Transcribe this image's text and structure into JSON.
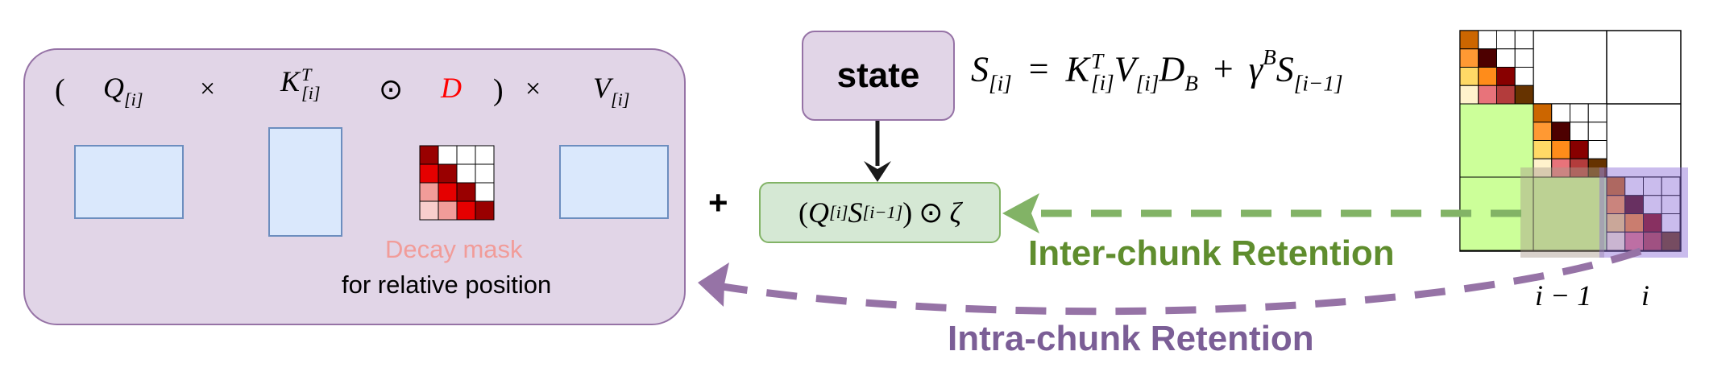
{
  "intra_box": {
    "open_paren": "(",
    "q_base": "Q",
    "q_sub": "[i]",
    "times1": "×",
    "k_base": "K",
    "k_sup": "T",
    "k_sub": "[i]",
    "odot": "⊙",
    "d_label": "D",
    "close_paren": ")",
    "times2": "×",
    "v_base": "V",
    "v_sub": "[i]",
    "decay_mask_label": "Decay mask",
    "relative_position_label": "for relative position"
  },
  "plus": "+",
  "state": {
    "label": "state",
    "eq_lhs_base": "S",
    "eq_lhs_sub": "[i]",
    "eq_equals": "=",
    "eq_k": "K",
    "eq_k_sup": "T",
    "eq_k_sub": "[i]",
    "eq_v": "V",
    "eq_v_sub": "[i]",
    "eq_d": "D",
    "eq_d_sub": "B",
    "eq_plus": "+",
    "eq_gamma": "γ",
    "eq_gamma_sup": "B",
    "eq_s": "S",
    "eq_s_sub": "[i−1]"
  },
  "inter_box": {
    "open": "(",
    "q": "Q",
    "q_sub": "[i]",
    "s": "S",
    "s_sub": "[i−1]",
    "close": ")",
    "odot": "⊙",
    "zeta": "ζ"
  },
  "labels": {
    "inter_chunk": "Inter-chunk Retention",
    "intra_chunk": "Intra-chunk Retention",
    "chunk_prev": "i − 1",
    "chunk_cur": "i"
  },
  "colors": {
    "intra_fill": "#e1d5e7",
    "intra_stroke": "#9673a6",
    "matrix_fill": "#dae8fc",
    "matrix_stroke": "#6c8ebf",
    "inter_fill": "#d5e8d4",
    "inter_stroke": "#82b366",
    "green_block": "#ccff99",
    "inter_text": "#5f8d2e",
    "intra_text": "#7b5e96",
    "decay_text": "#f19c99",
    "d_red": "#ff0000"
  }
}
